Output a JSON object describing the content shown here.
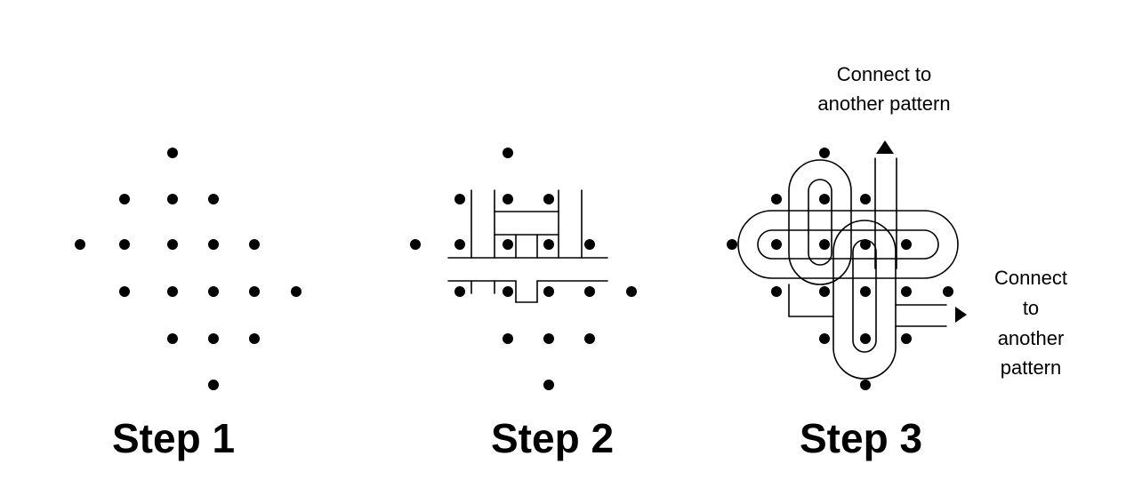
{
  "steps": [
    {
      "title": "Step 1"
    },
    {
      "title": "Step 2"
    },
    {
      "title": "Step 3"
    }
  ],
  "annotations": {
    "top": [
      "Connect to",
      "another pattern"
    ],
    "right": [
      "Connect",
      "to",
      "another",
      "pattern"
    ]
  },
  "colors": {
    "ink": "#000000",
    "background": "#ffffff"
  },
  "icons": {
    "arrow_up": "arrow-up-icon",
    "arrow_right": "arrow-right-icon"
  }
}
